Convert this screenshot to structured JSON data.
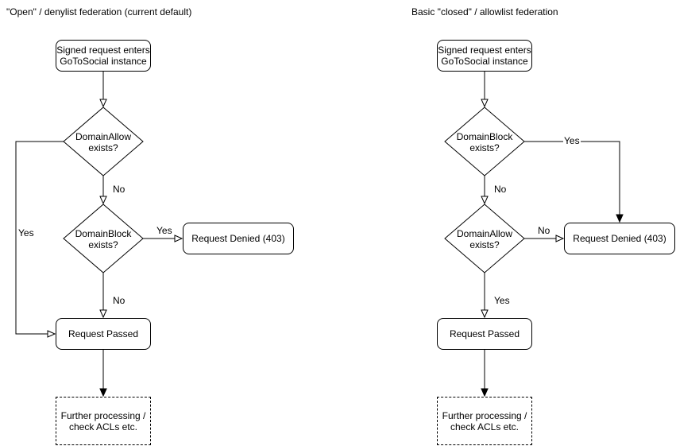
{
  "diagram": {
    "colors": {
      "stroke": "#000000",
      "node_fill": "#ffffff",
      "text": "#000000",
      "background": "#ffffff"
    },
    "left": {
      "title": "\"Open\" / denylist federation (current default)",
      "nodes": {
        "start": "Signed request enters\nGoToSocial instance",
        "decision1": "DomainAllow\nexists?",
        "decision2": "DomainBlock\nexists?",
        "denied": "Request Denied (403)",
        "passed": "Request Passed",
        "further": "Further processing /\ncheck ACLs etc."
      },
      "edge_labels": {
        "decision1_no": "No",
        "decision1_yes": "Yes",
        "decision2_yes": "Yes",
        "decision2_no": "No"
      }
    },
    "right": {
      "title": "Basic \"closed\" / allowlist federation",
      "nodes": {
        "start": "Signed request enters\nGoToSocial instance",
        "decision1": "DomainBlock\nexists?",
        "decision2": "DomainAllow\nexists?",
        "denied": "Request Denied (403)",
        "passed": "Request Passed",
        "further": "Further processing /\ncheck ACLs etc."
      },
      "edge_labels": {
        "decision1_no": "No",
        "decision1_yes": "Yes",
        "decision2_no": "No",
        "decision2_yes": "Yes"
      }
    }
  }
}
